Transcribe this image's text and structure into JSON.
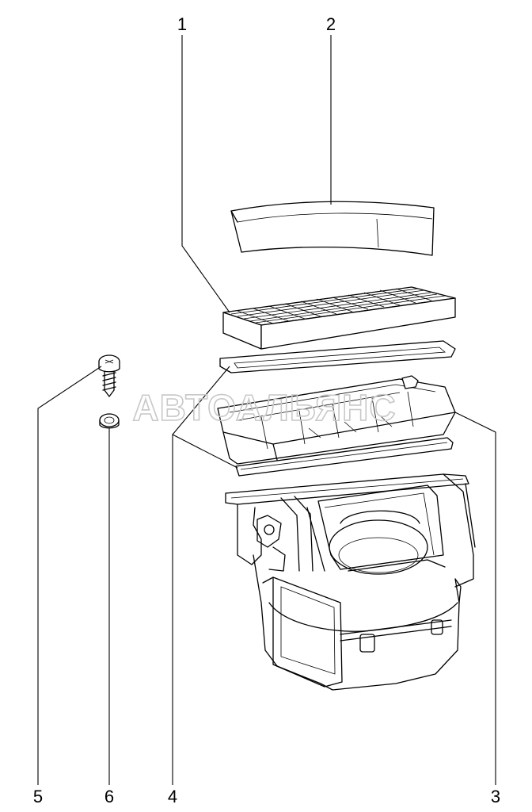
{
  "callouts": {
    "part_1": "1",
    "part_2": "2",
    "part_3": "3",
    "part_4": "4",
    "part_5": "5",
    "part_6": "6"
  },
  "watermark": "АВТОАЛЬЯНС"
}
